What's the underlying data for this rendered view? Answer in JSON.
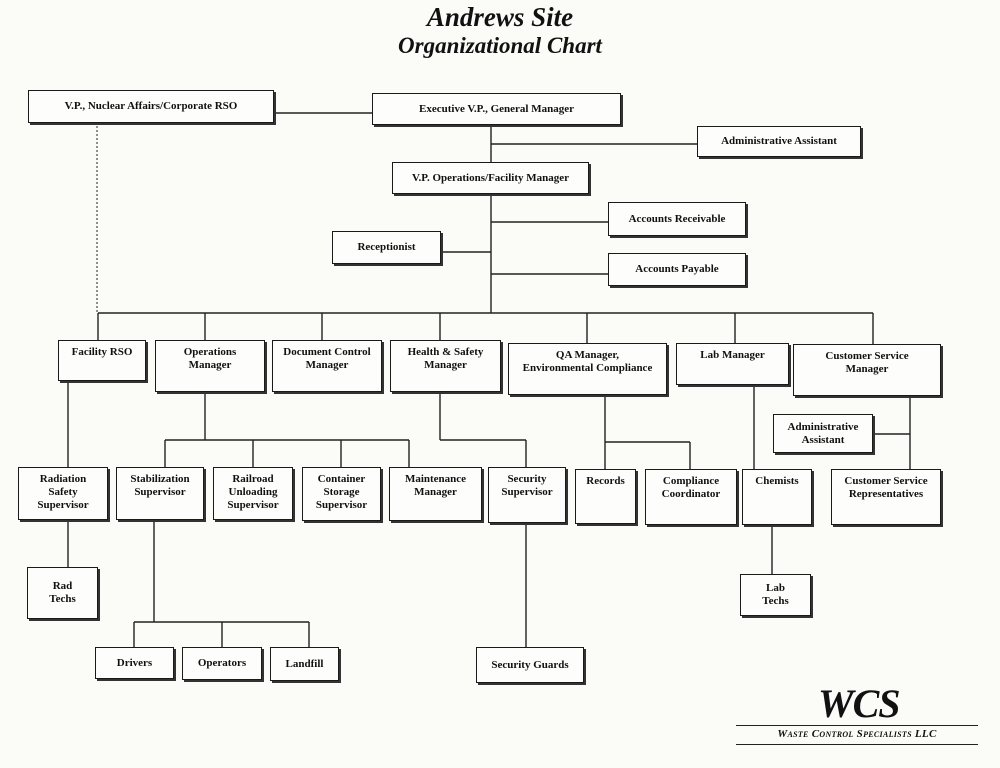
{
  "title": {
    "line1": "Andrews Site",
    "line2": "Organizational Chart"
  },
  "nodes": {
    "vp_nuclear": "V.P., Nuclear Affairs/Corporate RSO",
    "exec_vp": "Executive V.P., General Manager",
    "admin_assistant_top": "Administrative Assistant",
    "vp_operations": "V.P. Operations/Facility Manager",
    "accounts_receivable": "Accounts Receivable",
    "receptionist": "Receptionist",
    "accounts_payable": "Accounts Payable",
    "facility_rso": "Facility RSO",
    "operations_manager": "Operations\nManager",
    "document_control": "Document Control\nManager",
    "health_safety": "Health & Safety\nManager",
    "qa_manager": "QA Manager,\nEnvironmental Compliance",
    "lab_manager": "Lab Manager",
    "customer_service_manager": "Customer Service\nManager",
    "admin_assistant_cs": "Administrative\nAssistant",
    "radiation_safety": "Radiation\nSafety\nSupervisor",
    "stabilization": "Stabilization\nSupervisor",
    "railroad": "Railroad\nUnloading\nSupervisor",
    "container_storage": "Container\nStorage\nSupervisor",
    "maintenance": "Maintenance\nManager",
    "security_supervisor": "Security\nSupervisor",
    "records": "Records",
    "compliance_coordinator": "Compliance\nCoordinator",
    "chemists": "Chemists",
    "cs_representatives": "Customer Service\nRepresentatives",
    "rad_techs": "Rad\nTechs",
    "lab_techs": "Lab\nTechs",
    "drivers": "Drivers",
    "operators": "Operators",
    "landfill": "Landfill",
    "security_guards": "Security Guards"
  },
  "logo": {
    "mark": "WCS",
    "company": "Waste Control Specialists LLC"
  }
}
